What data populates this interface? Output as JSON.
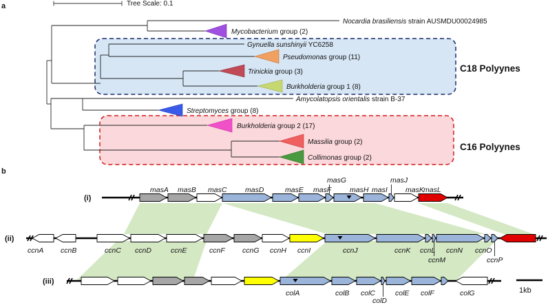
{
  "panels": {
    "a": "a",
    "b": "b"
  },
  "tree_scale": "Tree Scale: 0.1",
  "colors": {
    "mycobacterium": "#a050e0",
    "pseudomonas": "#f0a060",
    "trinickia": "#c04a55",
    "burkholderia1": "#c8d870",
    "streptomyces": "#3a5ae8",
    "burkholderia2": "#f050c8",
    "massilia": "#f06060",
    "collimonas": "#4a9a40",
    "c18_box_fill": "#d6e6f5",
    "c18_box_stroke": "#1a2a6a",
    "c16_box_fill": "#fbd8dc",
    "c16_box_stroke": "#d01a1a",
    "gene_white": "#ffffff",
    "gene_gray": "#a6a6a6",
    "gene_blue": "#9ab4da",
    "gene_yellow": "#ffff00",
    "gene_red": "#e00000",
    "synteny": "#d4e8c4"
  },
  "tree": {
    "nocardia": {
      "name": "Nocardia brasiliensis",
      "suffix": " strain AUSMDU00024985"
    },
    "mycobacterium": {
      "name": "Mycobacterium",
      "suffix": " group (2)"
    },
    "gynuella": {
      "name": "Gynuella sunshinyii",
      "suffix": " YC6258"
    },
    "pseudomonas": {
      "name": "Pseudomonas",
      "suffix": " group (11)"
    },
    "trinickia": {
      "name": "Trinickia",
      "suffix": " group (3)"
    },
    "burkholderia1": {
      "name": "Burkholderia",
      "suffix": " group 1 (8)"
    },
    "amycolatopsis": {
      "name": "Amycolatopsis orientalis",
      "suffix": " strain B-37"
    },
    "streptomyces": {
      "name": "Streptomyces",
      "suffix": " group (8)"
    },
    "burkholderia2": {
      "name": "Burkholderia",
      "suffix": " group 2 (17)"
    },
    "massilia": {
      "name": "Massilia",
      "suffix": " group (2)"
    },
    "collimonas": {
      "name": "Collimonas",
      "suffix": " group (2)"
    }
  },
  "c18_label": "C18  Polyynes",
  "c16_label": "C16  Polyynes",
  "rows": [
    {
      "label": "(i)",
      "genes": [
        {
          "name": "masA",
          "color": "gray"
        },
        {
          "name": "masB",
          "color": "gray"
        },
        {
          "name": "masC",
          "color": "white"
        },
        {
          "name": "masD",
          "color": "blue"
        },
        {
          "name": "masE",
          "color": "blue"
        },
        {
          "name": "masF",
          "color": "blue"
        },
        {
          "name": "masG",
          "color": "blue"
        },
        {
          "name": "masH",
          "color": "blue"
        },
        {
          "name": "masI",
          "color": "blue"
        },
        {
          "name": "masJ",
          "color": "blue"
        },
        {
          "name": "masK",
          "color": "white"
        },
        {
          "name": "masL",
          "color": "red"
        }
      ]
    },
    {
      "label": "(ii)",
      "genes": [
        {
          "name": "ccnA",
          "color": "white"
        },
        {
          "name": "ccnB",
          "color": "white"
        },
        {
          "name": "ccnC",
          "color": "white"
        },
        {
          "name": "ccnD",
          "color": "white"
        },
        {
          "name": "ccnE",
          "color": "white"
        },
        {
          "name": "ccnF",
          "color": "gray"
        },
        {
          "name": "ccnG",
          "color": "gray"
        },
        {
          "name": "ccnH",
          "color": "white"
        },
        {
          "name": "ccnI",
          "color": "yellow"
        },
        {
          "name": "ccnJ",
          "color": "blue"
        },
        {
          "name": "ccnK",
          "color": "blue"
        },
        {
          "name": "ccnL",
          "color": "blue"
        },
        {
          "name": "ccnM",
          "color": "blue"
        },
        {
          "name": "ccnN",
          "color": "blue"
        },
        {
          "name": "ccnO",
          "color": "blue"
        },
        {
          "name": "ccnP",
          "color": "blue"
        }
      ]
    },
    {
      "label": "(iii)",
      "genes": [
        {
          "name": "colA",
          "color": "blue"
        },
        {
          "name": "colB",
          "color": "blue"
        },
        {
          "name": "colC",
          "color": "blue"
        },
        {
          "name": "colD",
          "color": "blue"
        },
        {
          "name": "colE",
          "color": "blue"
        },
        {
          "name": "colF",
          "color": "blue"
        },
        {
          "name": "colG",
          "color": "white"
        }
      ]
    }
  ],
  "scale_bar": "1kb"
}
